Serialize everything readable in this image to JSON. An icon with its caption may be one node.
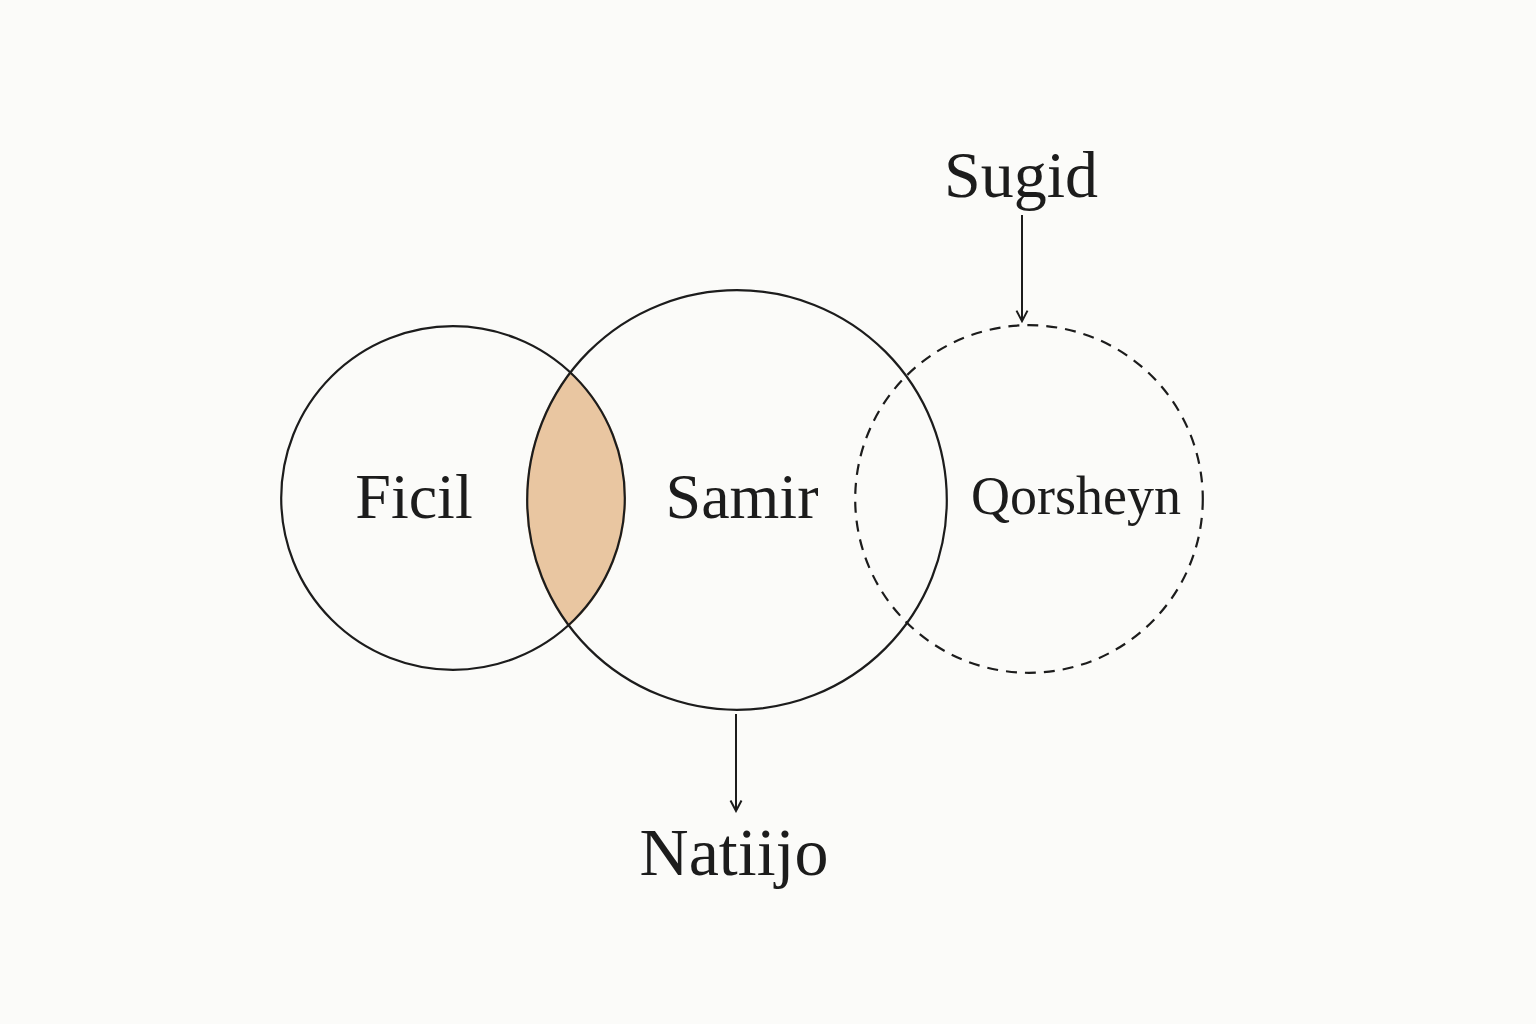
{
  "diagram": {
    "nodes": [
      {
        "text": [
          "Sugid"
        ]
      },
      {
        "text": [
          "Ficil"
        ]
      },
      {
        "text": [],
        "shape": "lens"
      },
      {
        "text": [
          "Samir"
        ]
      },
      {
        "text": [
          "Qorsheyn"
        ]
      },
      {
        "text": [
          "Natiijo"
        ]
      }
    ],
    "edges": [
      {
        "from": 0,
        "to": 4,
        "arrow": "to"
      },
      {
        "from": 3,
        "to": 5,
        "arrow": "to"
      }
    ]
  }
}
